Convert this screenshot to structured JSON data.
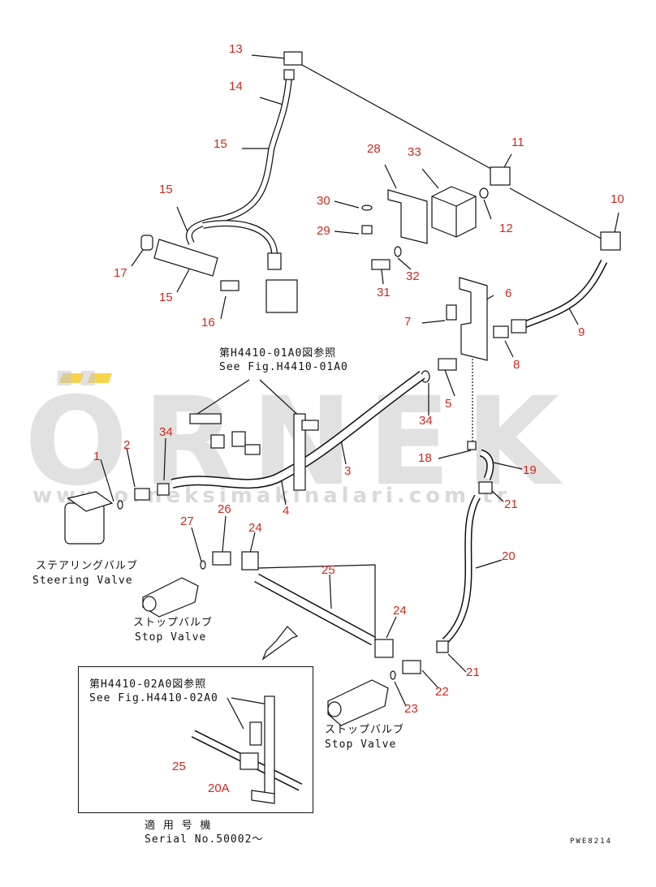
{
  "watermark": {
    "brand": "ÖRNEK",
    "url": "www.orneksimakinalari.com.tr",
    "color": "#c9c9c9",
    "accent": "#f2c200"
  },
  "callouts": {
    "n13": "13",
    "n14": "14",
    "n15a": "15",
    "n15b": "15",
    "n15c": "15",
    "n17": "17",
    "n16": "16",
    "n28": "28",
    "n33": "33",
    "n11": "11",
    "n10": "10",
    "n30": "30",
    "n29": "29",
    "n12": "12",
    "n31": "31",
    "n32": "32",
    "n6": "6",
    "n7": "7",
    "n9": "9",
    "n8": "8",
    "n5": "5",
    "n34a": "34",
    "n34b": "34",
    "n18": "18",
    "n19": "19",
    "n1": "1",
    "n2": "2",
    "n3": "3",
    "n4": "4",
    "n21a": "21",
    "n27": "27",
    "n26": "26",
    "n24a": "24",
    "n20": "20",
    "n25a": "25",
    "n24b": "24",
    "n21b": "21",
    "n22": "22",
    "n23": "23",
    "n25b": "25",
    "n20A": "20A"
  },
  "captions": {
    "ref_top_jp": "第H4410-01A0図参照",
    "ref_top_en": "See Fig.H4410-01A0",
    "steering_jp": "ステアリングバルブ",
    "steering_en": "Steering Valve",
    "stop1_jp": "ストップバルブ",
    "stop1_en": "Stop Valve",
    "stop2_jp": "ストップバルブ",
    "stop2_en": "Stop Valve",
    "ref_inset_jp": "第H4410-02A0図参照",
    "ref_inset_en": "See Fig.H4410-02A0",
    "serial_jp": "適 用 号 機",
    "serial_en": "Serial No.50002～",
    "drawing_code": "PWE8214"
  },
  "colors": {
    "callout": "#cc2a1f",
    "line": "#111111"
  }
}
